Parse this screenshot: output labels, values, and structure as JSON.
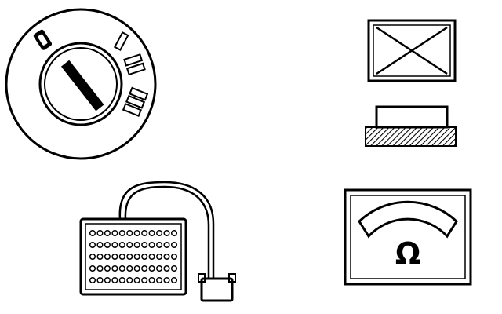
{
  "figure": {
    "ink_color": "#000000",
    "background": "#ffffff",
    "hatch_color": "#000000"
  },
  "rotary_switch": {
    "icon": "rotary-switch-icon",
    "positions": [
      "0",
      "I",
      "II",
      "III"
    ]
  },
  "indicator_lamp": {
    "icon": "indicator-lamp-icon",
    "lamp_state": "off-cross"
  },
  "connector_board": {
    "icon": "pin-connector-board-icon",
    "pin_rows": 5,
    "pins_per_row": 12
  },
  "ohmmeter": {
    "icon": "ohmmeter-icon",
    "symbol": "Ω"
  }
}
